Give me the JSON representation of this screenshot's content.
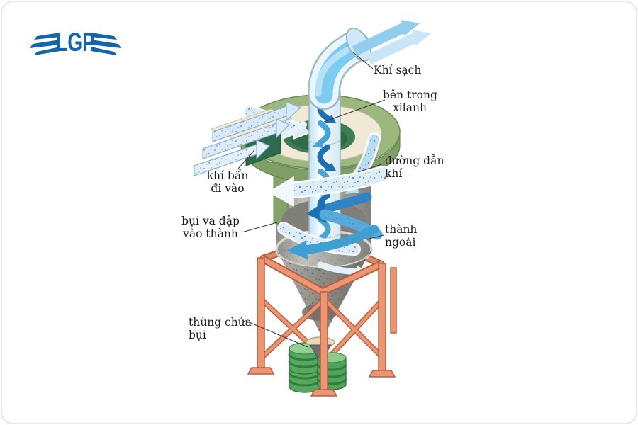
{
  "page": {
    "title": "Cyclone dust collector diagram"
  },
  "logo": {
    "text": "LGP",
    "color": "#1565ac"
  },
  "labels": {
    "clean_air": "Khí sạch",
    "inside_cylinder": {
      "l1": "bên trong",
      "l2": "xilanh"
    },
    "air_duct": {
      "l1": "đường dẫn",
      "l2": "khí"
    },
    "dirty_air": {
      "l1": "khí bẩn",
      "l2": "đi vào"
    },
    "dust_impact": {
      "l1": "bụi va đập",
      "l2": "vào thành"
    },
    "outer_wall": {
      "l1": "thành",
      "l2": "ngoài"
    },
    "dust_container": {
      "l1": "thùng chứa",
      "l2": "bụi"
    }
  },
  "colors": {
    "logo_blue": "#1565ac",
    "shell_green": "#9cb87e",
    "shell_green_side": "#7f9f66",
    "hole_green": "#3e7d51",
    "duct_green_dark": "#2e6b4c",
    "cream": "#efe9d5",
    "body_gray": "#a5a39d",
    "frame_salmon": "#ec9573",
    "frame_salmon_dark": "#b65f3e",
    "barrel_green": "#57a75e",
    "air_light": "#dcedf8",
    "air_mid": "#4aa3d8",
    "air_dark": "#1d70b4",
    "label_text": "#1d1d1d"
  }
}
